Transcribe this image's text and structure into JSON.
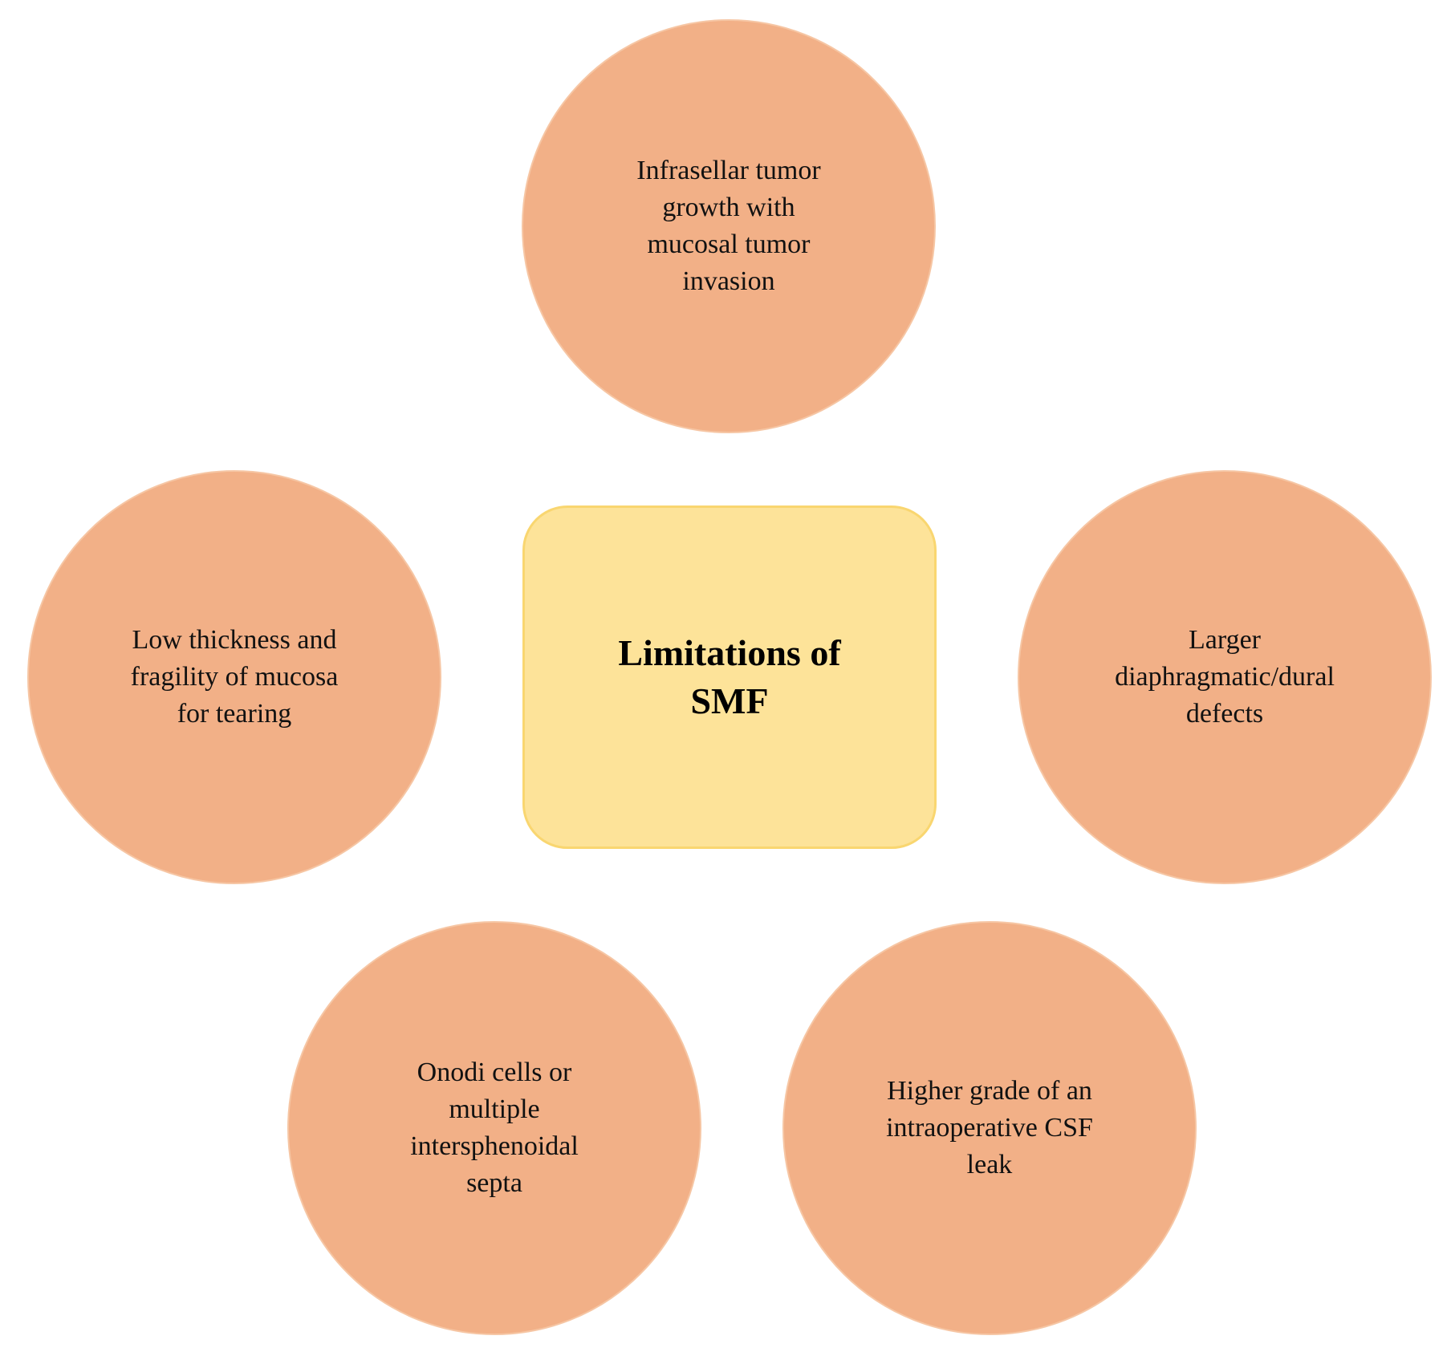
{
  "center": {
    "title": "Limitations of\nSMF"
  },
  "items": [
    {
      "label": "Infrasellar tumor\ngrowth with\nmucosal tumor\ninvasion"
    },
    {
      "label": "Low thickness and\nfragility of mucosa\nfor tearing"
    },
    {
      "label": "Larger\ndiaphragmatic/dural\ndefects"
    },
    {
      "label": "Onodi cells or\nmultiple\nintersphenoidal\nsepta"
    },
    {
      "label": "Higher grade of an\nintraoperative CSF\nleak"
    }
  ],
  "colors": {
    "circle_fill": "#f2b087",
    "circle_border": "#f6c6a4",
    "box_fill": "#fde399",
    "box_border": "#f9d670"
  }
}
